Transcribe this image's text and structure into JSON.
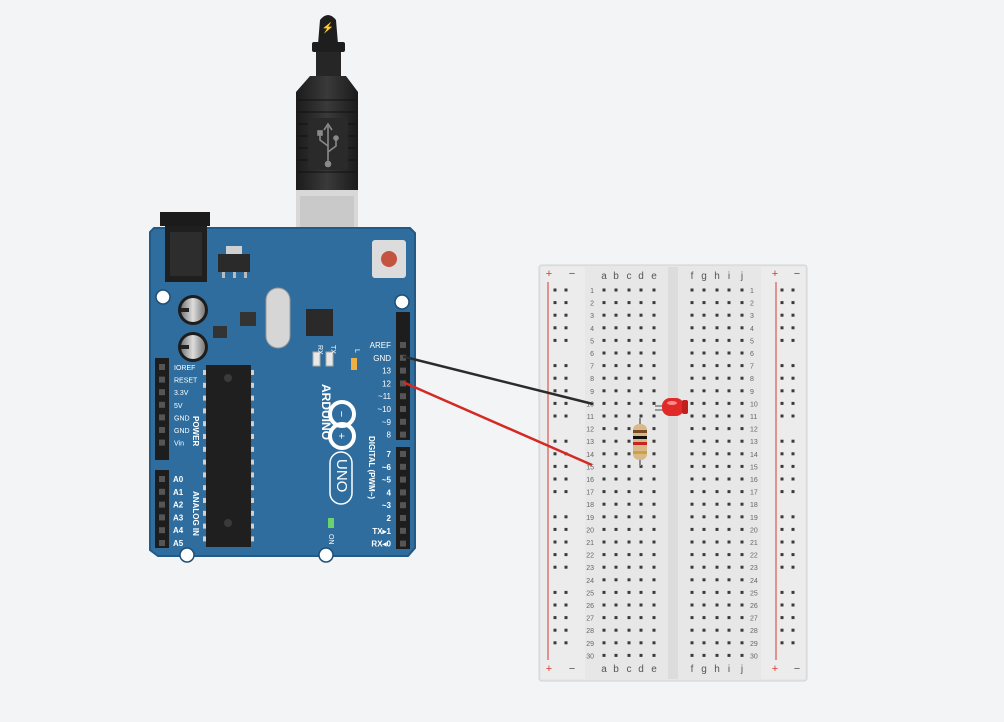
{
  "colors": {
    "background": "#f3f4f6",
    "board": "#2e6d9e",
    "board_edge": "#235a85",
    "breadboard": "#e7e7e7",
    "rail_red": "#d43a2f",
    "wire_gnd": "#2b2b2b",
    "wire_signal": "#d42a24",
    "led": "#e02a2a"
  },
  "usb": {
    "icon": "lightning-icon",
    "symbol_icon": "usb-icon"
  },
  "arduino": {
    "brand": "ARDUINO",
    "model": "UNO",
    "rx": "RX",
    "tx": "TX",
    "l": "L",
    "on": "ON",
    "power_label": "POWER",
    "analog_label": "ANALOG IN",
    "digital_label": "DIGITAL (PWM~)",
    "power_pins": [
      "IOREF",
      "RESET",
      "3.3V",
      "5V",
      "GND",
      "GND",
      "Vin"
    ],
    "analog_pins": [
      "A0",
      "A1",
      "A2",
      "A3",
      "A4",
      "A5"
    ],
    "digital_top": [
      "AREF",
      "GND",
      "13",
      "12",
      "~11",
      "~10",
      "~9",
      "8"
    ],
    "digital_bottom": [
      "7",
      "~6",
      "~5",
      "4",
      "~3",
      "2",
      "TX▸1",
      "RX◂0"
    ]
  },
  "breadboard": {
    "rail_plus": "+",
    "rail_minus": "−",
    "cols_left": [
      "a",
      "b",
      "c",
      "d",
      "e"
    ],
    "cols_right": [
      "f",
      "g",
      "h",
      "i",
      "j"
    ],
    "rows": 30
  },
  "components": {
    "led": "red-led",
    "resistor": "resistor",
    "wire_gnd": "GND → row 10",
    "wire_signal": "pin 12 → row 15"
  }
}
